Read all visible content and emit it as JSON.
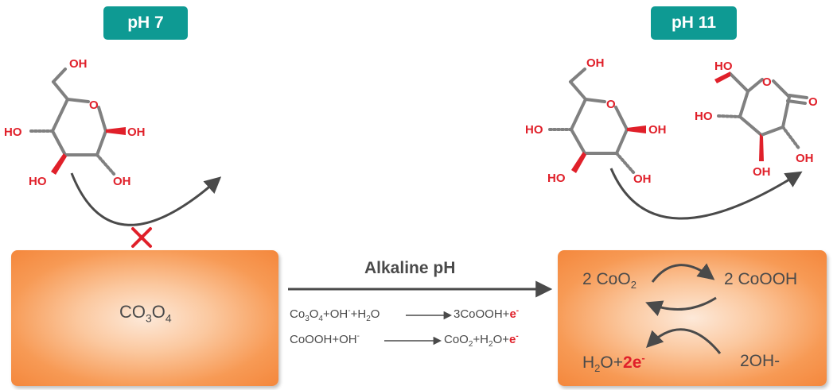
{
  "badges": {
    "left": "pH 7",
    "right": "pH 11"
  },
  "catalyst_left": {
    "main1": "CO",
    "sub1": "3",
    "main2": "O",
    "sub2": "4"
  },
  "arrow_label": "Alkaline pH",
  "equation1": {
    "left": [
      "Co",
      "3",
      "O",
      "4",
      "+OH",
      "-",
      "+H",
      "2",
      "O"
    ],
    "right": [
      "3CoOOH+",
      "e",
      "-"
    ]
  },
  "equation2": {
    "left": [
      "CoOOH+OH",
      "-"
    ],
    "right": [
      "CoO",
      "2",
      "+H",
      "2",
      "O+",
      "e",
      "-"
    ]
  },
  "cycle": {
    "top_left": [
      "2 CoO",
      "2"
    ],
    "top_right": "2 CoOOH",
    "bottom_left": [
      "H",
      "2",
      "O+",
      "2e",
      "-"
    ],
    "bottom_right": "2OH-"
  },
  "atoms": {
    "hydroxyl": "HO",
    "hydroxyl_right": "OH",
    "oxygen": "O"
  },
  "colors": {
    "badge": "#0e9a93",
    "bond": "#808080",
    "atom": "#e0202a",
    "slab": "#f4873c",
    "arrow": "#4a4a4a"
  }
}
